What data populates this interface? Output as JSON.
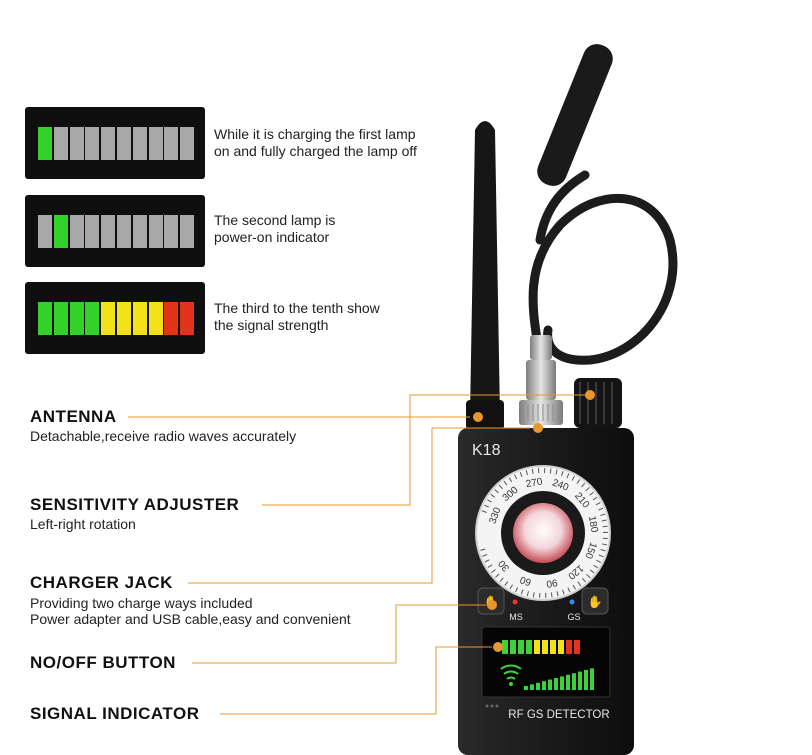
{
  "indicator_panels": [
    {
      "description": [
        "While it is charging the first lamp",
        "on and fully charged the lamp off"
      ],
      "segments": [
        "green",
        "off",
        "off",
        "off",
        "off",
        "off",
        "off",
        "off",
        "off",
        "off"
      ]
    },
    {
      "description": [
        "The second lamp is",
        "power-on indicator"
      ],
      "segments": [
        "off",
        "green",
        "off",
        "off",
        "off",
        "off",
        "off",
        "off",
        "off",
        "off"
      ]
    },
    {
      "description": [
        "The third to the tenth show",
        "the signal strength"
      ],
      "segments": [
        "green",
        "green",
        "green",
        "green",
        "yellow",
        "yellow",
        "yellow",
        "yellow",
        "red",
        "red"
      ]
    }
  ],
  "callouts": [
    {
      "title": "ANTENNA",
      "lines": [
        "Detachable,receive radio waves accurately"
      ]
    },
    {
      "title": "SENSITIVITY ADJUSTER",
      "lines": [
        "Left-right rotation"
      ]
    },
    {
      "title": "CHARGER JACK",
      "lines": [
        "Providing two charge ways included",
        "Power adapter and USB cable,easy and convenient"
      ]
    },
    {
      "title": "NO/OFF BUTTON",
      "lines": []
    },
    {
      "title": "SIGNAL INDICATOR",
      "lines": []
    }
  ],
  "device": {
    "model": "K18",
    "dial_marks": [
      "30",
      "60",
      "90",
      "120",
      "150",
      "180",
      "210",
      "240",
      "270",
      "300",
      "330"
    ],
    "left_button_label": "MS",
    "right_button_label": "GS",
    "bottom_label": "RF GS DETECTOR"
  },
  "colors": {
    "accent_orange": "#e8962e",
    "body_black": "#1b1b1b"
  }
}
